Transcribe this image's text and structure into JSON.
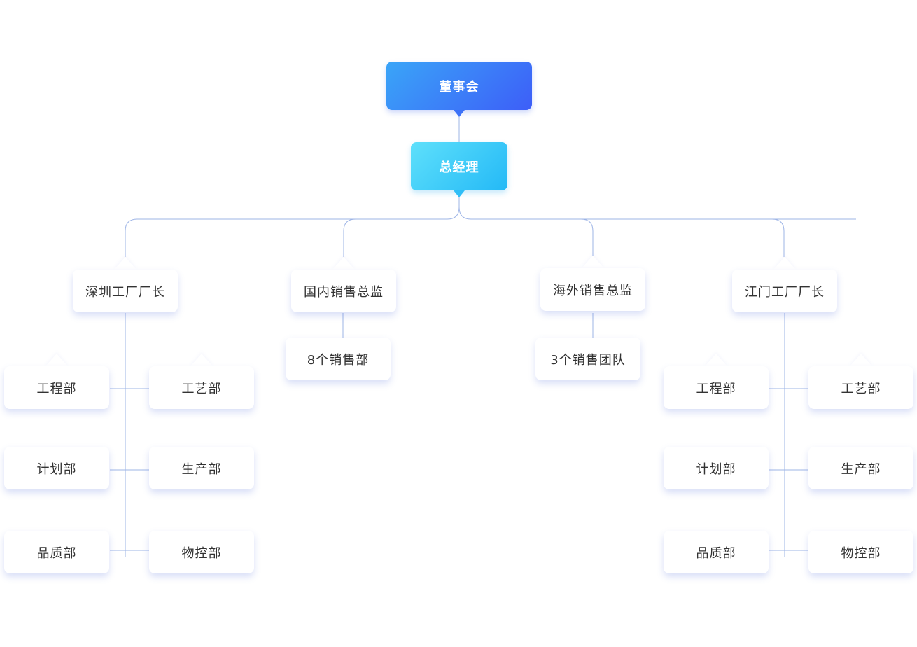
{
  "org_chart": {
    "board": "董事会",
    "general_manager": "总经理",
    "divisions": [
      {
        "head": "深圳工厂厂长",
        "departments": [
          "工程部",
          "工艺部",
          "计划部",
          "生产部",
          "品质部",
          "物控部"
        ]
      },
      {
        "head": "国内销售总监",
        "departments": [
          "8个销售部"
        ]
      },
      {
        "head": "海外销售总监",
        "departments": [
          "3个销售团队"
        ]
      },
      {
        "head": "江门工厂厂长",
        "departments": [
          "工程部",
          "工艺部",
          "计划部",
          "生产部",
          "品质部",
          "物控部"
        ]
      }
    ]
  },
  "colors": {
    "board_gradient": [
      "#3aa5f8",
      "#3d5ef8"
    ],
    "gm_gradient": [
      "#5ee0fb",
      "#24b9f6"
    ],
    "connector": "#9db4e6",
    "node_text": "#333333"
  }
}
